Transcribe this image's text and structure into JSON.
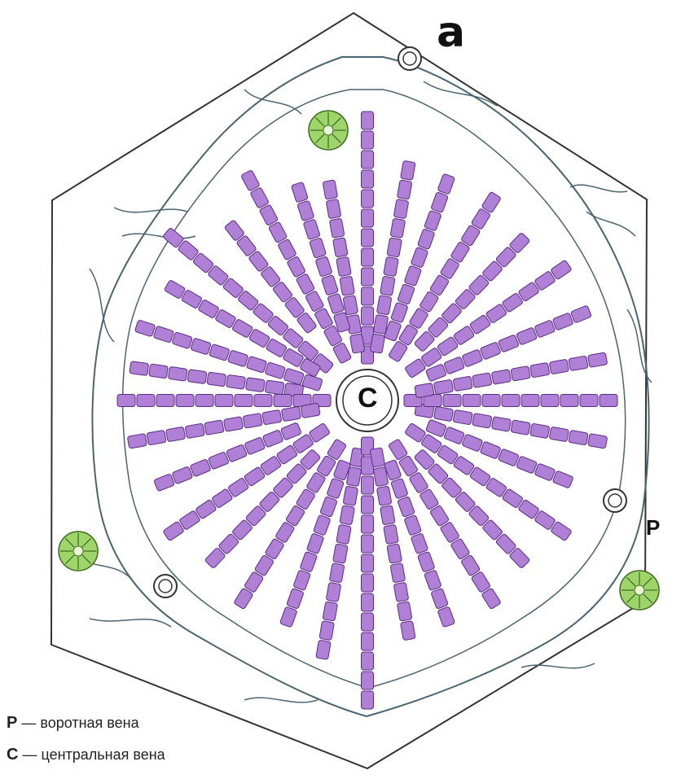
{
  "diagram": {
    "corner_letter": "a",
    "portal_vein_label": "P",
    "central_vein_label": "C"
  },
  "legend": [
    {
      "key": "P",
      "text": "— воротная вена"
    },
    {
      "key": "C",
      "text": "— центральная вена"
    }
  ],
  "colors": {
    "hepatocyte_fill": "#b07fd6",
    "hepatocyte_stroke": "#5a2d86",
    "bile_duct_fill": "#9fd46a",
    "outline": "#333333",
    "sinusoid_stroke": "#4a6470"
  },
  "icons": {
    "central_vein": "central-vein-circle",
    "portal_vein": "portal-vein-circle",
    "bile_duct": "bile-duct-rosette"
  }
}
